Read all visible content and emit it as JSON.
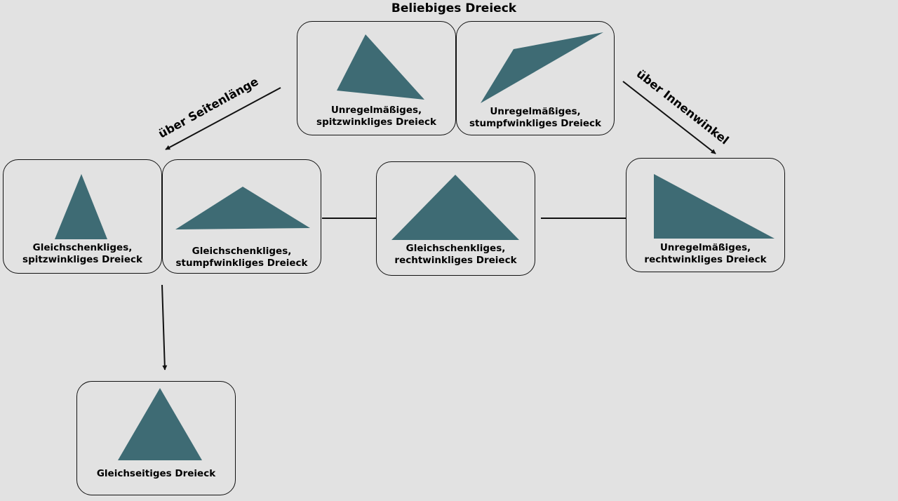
{
  "title": "Beliebiges Dreieck",
  "edge_labels": {
    "by_side": "über Seitenlänge",
    "by_angle": "über Innenwinkel"
  },
  "nodes": {
    "scalene_acute": {
      "line1": "Unregelmäßiges,",
      "line2": "spitzwinkliges Dreieck"
    },
    "scalene_obtuse": {
      "line1": "Unregelmäßiges,",
      "line2": "stumpfwinkliges Dreieck"
    },
    "isosceles_acute": {
      "line1": "Gleichschenkliges,",
      "line2": "spitzwinkliges Dreieck"
    },
    "isosceles_obtuse": {
      "line1": "Gleichschenkliges,",
      "line2": "stumpfwinkliges Dreieck"
    },
    "isosceles_right": {
      "line1": "Gleichschenkliges,",
      "line2": "rechtwinkliges Dreieck"
    },
    "scalene_right": {
      "line1": "Unregelmäßiges,",
      "line2": "rechtwinkliges Dreieck"
    },
    "equilateral": {
      "line1": "Gleichseitiges Dreieck"
    }
  },
  "colors": {
    "background": "#e2e2e2",
    "triangle_fill": "#3e6b74",
    "stroke": "#111111"
  }
}
